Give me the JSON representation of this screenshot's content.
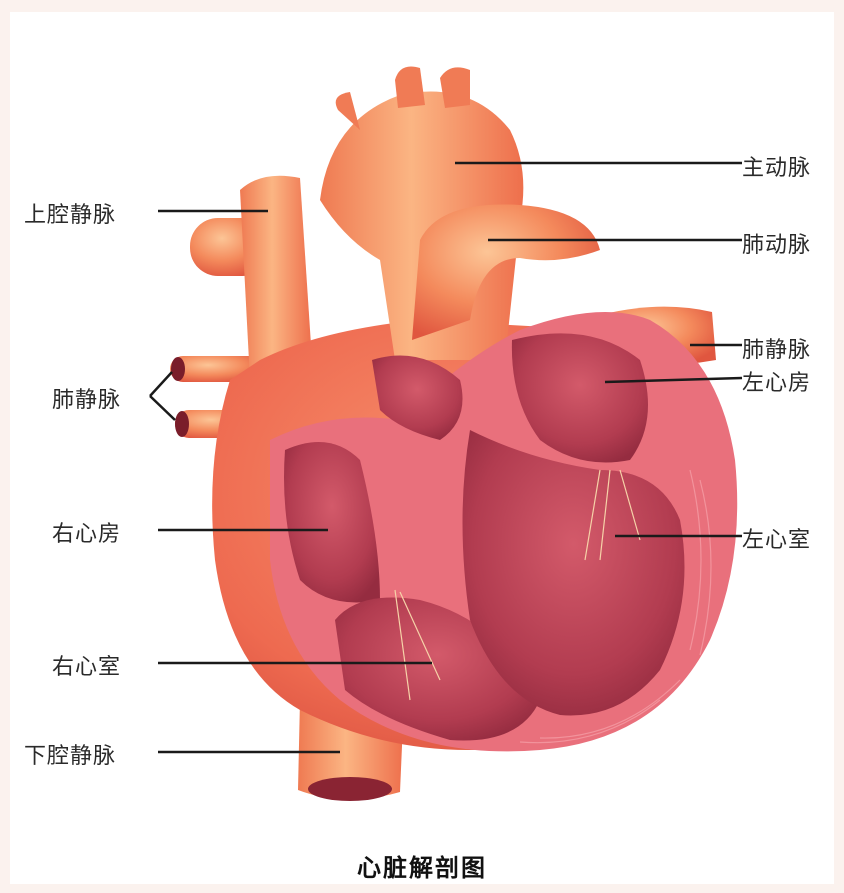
{
  "labels": {
    "aorta": "主动脉",
    "pulmonary_artery": "肺动脉",
    "pulmonary_vein_right": "肺静脉",
    "left_atrium": "左心房",
    "left_ventricle": "左心室",
    "superior_vena_cava": "上腔静脉",
    "pulmonary_vein_left": "肺静脉",
    "right_atrium": "右心房",
    "right_ventricle": "右心室",
    "inferior_vena_cava": "下腔静脉"
  },
  "caption": "心脏解剖图",
  "colors": {
    "outer_wall": "#f06e55",
    "vessel": "#f48a5c",
    "vessel_highlight": "#fbbf8e",
    "chamber": "#c94a5a",
    "chamber_dark": "#a8354a",
    "muscle_wall": "#e86c78",
    "leader_line": "#1a1a1a"
  }
}
